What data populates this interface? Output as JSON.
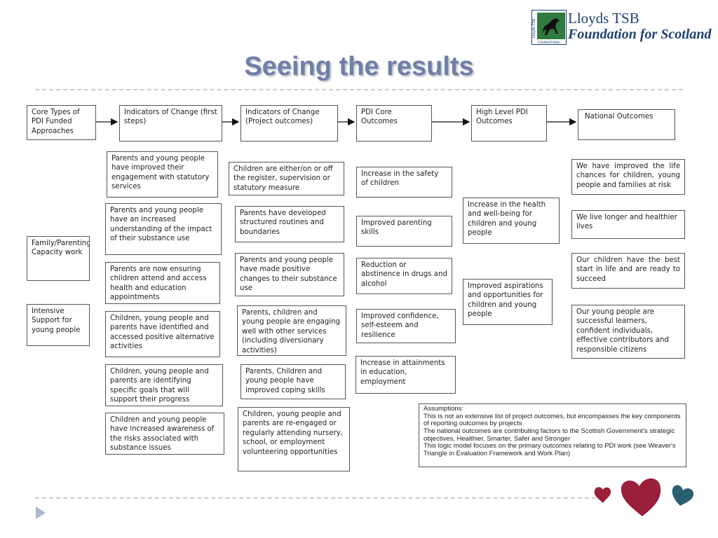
{
  "title": "Seeing the results",
  "logo": {
    "line1": "Lloyds TSB",
    "line2": "Foundation for Scotland",
    "seal_vertical": "Lloyds TSB",
    "seal_bottom": "FOUNDATIONS",
    "colors": {
      "navy": "#1f3f73",
      "green": "#2f7a3f"
    }
  },
  "header_row": [
    "Core Types of PDI Funded Approaches",
    "Indicators of Change (first steps)",
    "Indicators of Change (Project outcomes)",
    "PDI Core Outcomes",
    "High Level PDI Outcomes",
    "National Outcomes"
  ],
  "core_types": [
    "Family/Parenting Capacity work",
    "Intensive Support for young people"
  ],
  "first_steps": [
    "Parents and young people have improved their engagement with statutory services",
    "Parents and young people have an increased understanding of the impact of their substance use",
    "Parents are now ensuring children attend and access health and education appointments",
    "Children, young people and parents have identified and accessed positive alternative activities",
    "Children, young people and parents are identifying specific goals that will support their progress",
    "Children and young people have increased awareness of the risks associated with substance issues"
  ],
  "project_outcomes": [
    "Children are either/on or off the register, supervision or statutory measure",
    "Parents have developed structured routines and boundaries",
    "Parents and young people have made positive changes to their substance use",
    "Parents, children and young people are engaging well with other services (including diversionary activities)",
    "Parents, Children and young people have improved coping skills",
    "Children, young people and parents are re-engaged or regularly attending nursery, school, or employment volunteering opportunities"
  ],
  "core_outcomes": [
    "Increase in the safety of children",
    "Improved parenting skills",
    "Reduction or abstinence in drugs and alcohol",
    "Improved confidence, self-esteem and resilience",
    "Increase in attainments in education, employment"
  ],
  "high_level": [
    "Increase in the health and well-being for children and young people",
    "Improved aspirations and opportunities for children and young people"
  ],
  "national": [
    "We have improved the life chances for children, young people and families at risk",
    "We live longer and healthier lives",
    "Our children have the best start in life and are ready to succeed",
    "Our young people are successful learners, confident individuals, effective contributors and responsible citizens"
  ],
  "assumptions": {
    "heading": "Assumptions:",
    "lines": [
      "This is not an extensive list of project outcomes, but encompasses the key components of reporting outcomes by projects",
      "The national outcomes are contributing factors to the Scottish Government's strategic objectives, Healthier, Smarter, Safer and Stronger",
      "This logic model focuses on the primary outcomes relating to PDI work (see Weaver's Triangle in Evaluation Framework and Work Plan)"
    ]
  },
  "colors": {
    "title": "#6f7fa6",
    "rule": "#c3ccd9",
    "heart_red": "#9a1f3a",
    "heart_teal": "#2a5f70",
    "triangle": "#a9b9d2"
  }
}
